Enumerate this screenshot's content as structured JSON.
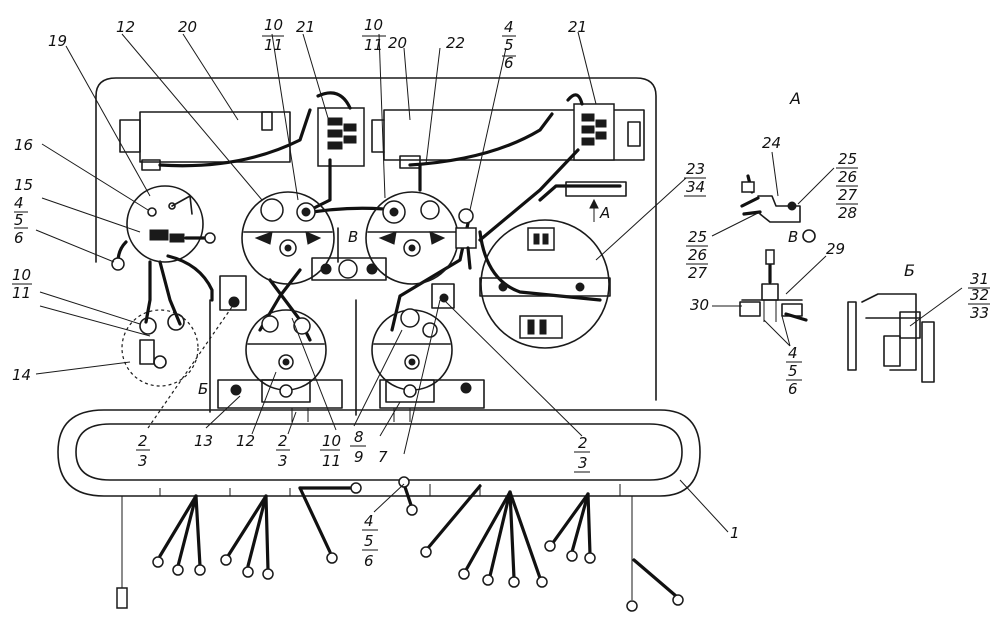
{
  "callouts": {
    "c1": "1",
    "c2a": "2",
    "c3a": "3",
    "c2b": "2",
    "c3b": "3",
    "c2c": "2",
    "c3c": "3",
    "c4a": "4",
    "c5a": "5",
    "c6a": "6",
    "c4b": "4",
    "c5b": "5",
    "c6b": "6",
    "c4c": "4",
    "c5c": "5",
    "c6c": "6",
    "c4d": "4",
    "c5d": "5",
    "c6d": "6",
    "c7": "7",
    "c8": "8",
    "c9": "9",
    "c10a": "10",
    "c11a": "11",
    "c10b": "10",
    "c11b": "11",
    "c10c": "10",
    "c11c": "11",
    "c10d": "10",
    "c11d": "11",
    "c12a": "12",
    "c12b": "12",
    "c13": "13",
    "c14": "14",
    "c15": "15",
    "c16": "16",
    "c19": "19",
    "c20a": "20",
    "c20b": "20",
    "c21a": "21",
    "c21b": "21",
    "c22": "22",
    "c23": "23",
    "c34": "34",
    "c24": "24",
    "c25a": "25",
    "c26a": "26",
    "c27a": "27",
    "c28": "28",
    "c25b": "25",
    "c26b": "26",
    "c27b": "27",
    "c29": "29",
    "c30": "30",
    "c31": "31",
    "c32": "32",
    "c33": "33"
  },
  "view_letters": {
    "A_view": "А",
    "B_view": "Б",
    "A_arrow": "А",
    "B_arrow": "Б",
    "V_marker": "В",
    "V_circle": "В"
  }
}
